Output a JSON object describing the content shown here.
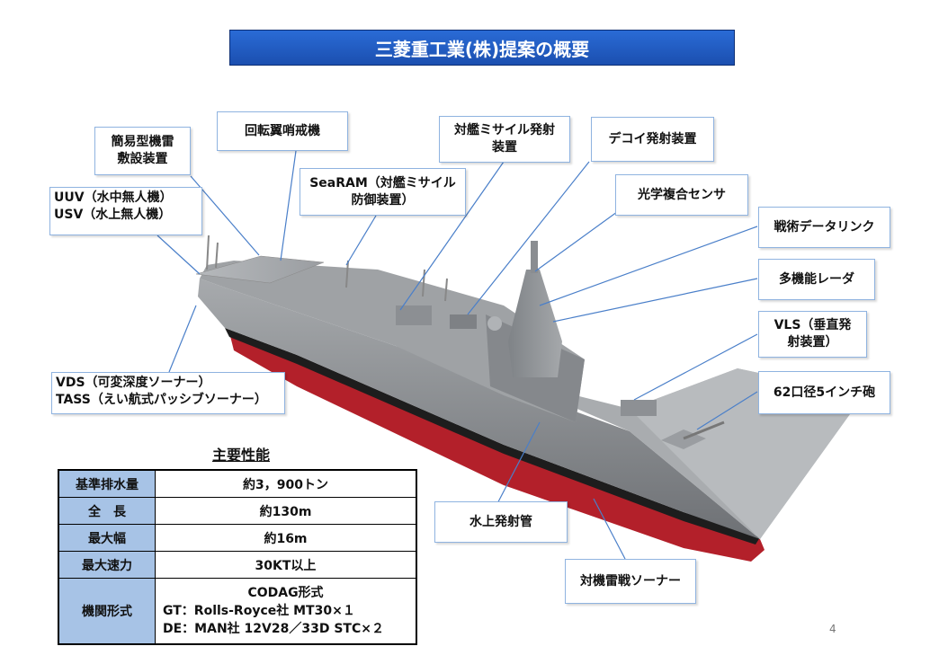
{
  "title": "三菱重工業(株)提案の概要",
  "callouts": {
    "minelayer": [
      "簡易型機雷",
      "敷設装置"
    ],
    "rotary_wing": "回転翼哨戒機",
    "ssm_launcher": [
      "対艦ミサイル発射",
      "装置"
    ],
    "decoy": "デコイ発射装置",
    "uuv": "UUV（水中無人機）",
    "usv": "USV（水上無人機）",
    "searam": [
      "SeaRAM（対艦ミサイル",
      "防御装置）"
    ],
    "optical": "光学複合センサ",
    "datalink": "戦術データリンク",
    "radar": "多機能レーダ",
    "vls": [
      "VLS（垂直発",
      "射装置）"
    ],
    "vds": "VDS（可変深度ソーナー）",
    "tass": "TASS（えい航式パッシブソーナー）",
    "gun": "62口径5インチ砲",
    "torpedo": "水上発射管",
    "mine_sonar": "対機雷戦ソーナー"
  },
  "specs": {
    "heading": "主要性能",
    "rows": [
      {
        "label": "基準排水量",
        "value": "約3，900トン"
      },
      {
        "label": "全　長",
        "value": "約130m"
      },
      {
        "label": "最大幅",
        "value": "約16m"
      },
      {
        "label": "最大速力",
        "value": "30KT以上"
      }
    ],
    "engine": {
      "label": "機関形式",
      "lines": [
        "CODAG形式",
        "GT：Rolls-Royce社 MT30×１",
        "DE：MAN社 12V28／33D STC×２"
      ]
    }
  },
  "page_number": "4",
  "colors": {
    "title_bg": "#1f5cc4",
    "table_header_bg": "#a7c3e6",
    "hull_gray": "#8e9194",
    "hull_red": "#b3202a"
  }
}
